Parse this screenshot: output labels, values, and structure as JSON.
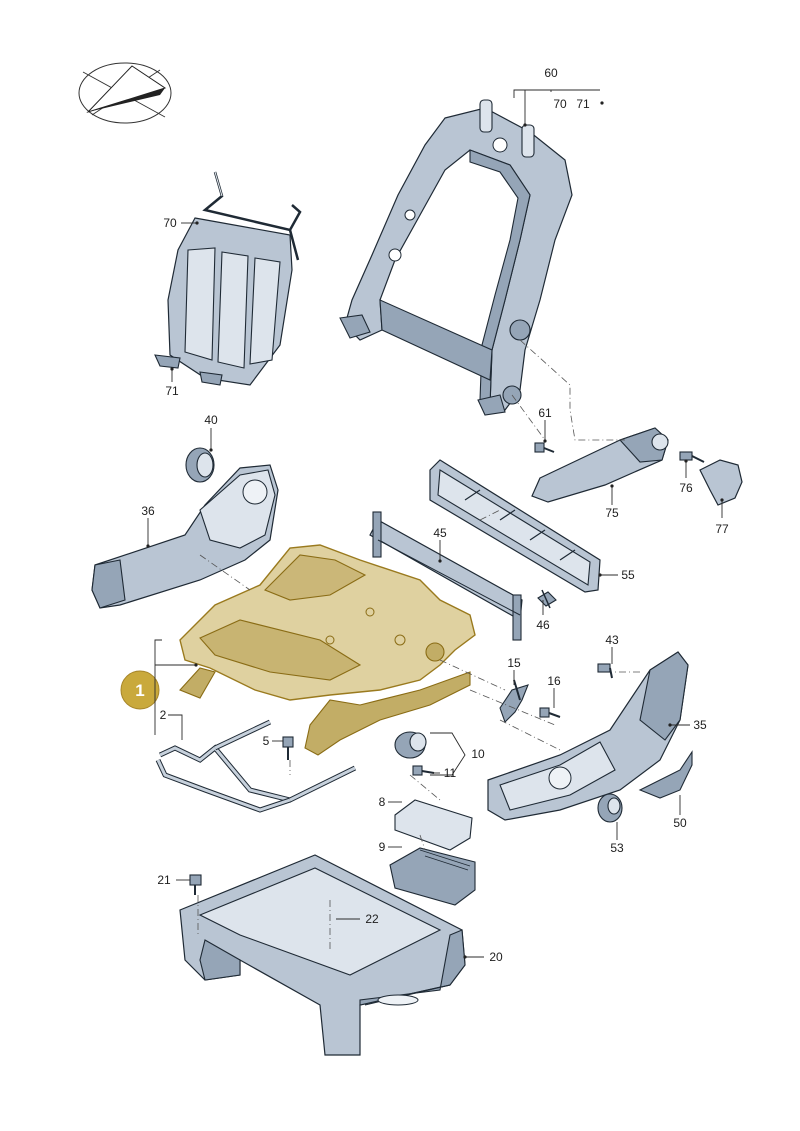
{
  "diagram": {
    "callout_highlight": "1",
    "highlight_color": "#c9a93c",
    "labels": {
      "p60": "60",
      "p70a": "70",
      "p71a": "71",
      "p70": "70",
      "p71": "71",
      "p40": "40",
      "p61": "61",
      "p76": "76",
      "p77": "77",
      "p75": "75",
      "p36": "36",
      "p45": "45",
      "p55": "55",
      "p46": "46",
      "p43": "43",
      "p35": "35",
      "p15": "15",
      "p16": "16",
      "p2": "2",
      "p5": "5",
      "p10": "10",
      "p11": "11",
      "p50": "50",
      "p53": "53",
      "p8": "8",
      "p9": "9",
      "p21": "21",
      "p22": "22",
      "p20": "20"
    }
  }
}
